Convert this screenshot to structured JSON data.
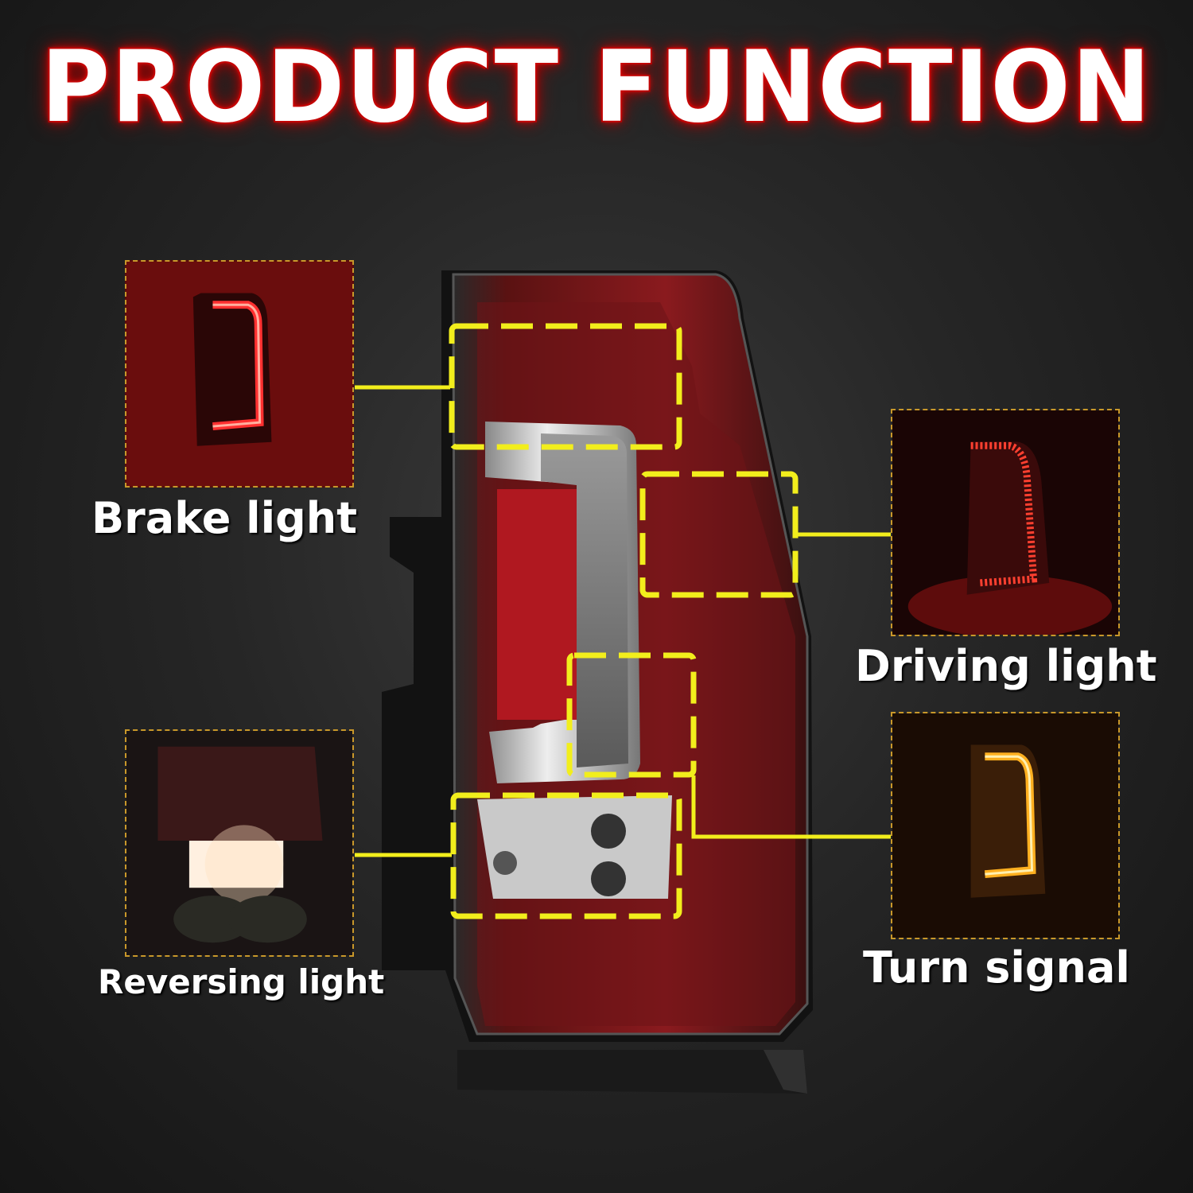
{
  "title": "PRODUCT FUNCTION",
  "functions": {
    "brake": {
      "label": "Brake light"
    },
    "driving": {
      "label": "Driving light"
    },
    "reversing": {
      "label": "Reversing light"
    },
    "turn": {
      "label": "Turn signal"
    }
  },
  "colors": {
    "highlight": "#f2ee1c",
    "thumb_border": "#c9982a",
    "brake_red": "#ff2a2a",
    "turn_amber": "#ffb020"
  }
}
